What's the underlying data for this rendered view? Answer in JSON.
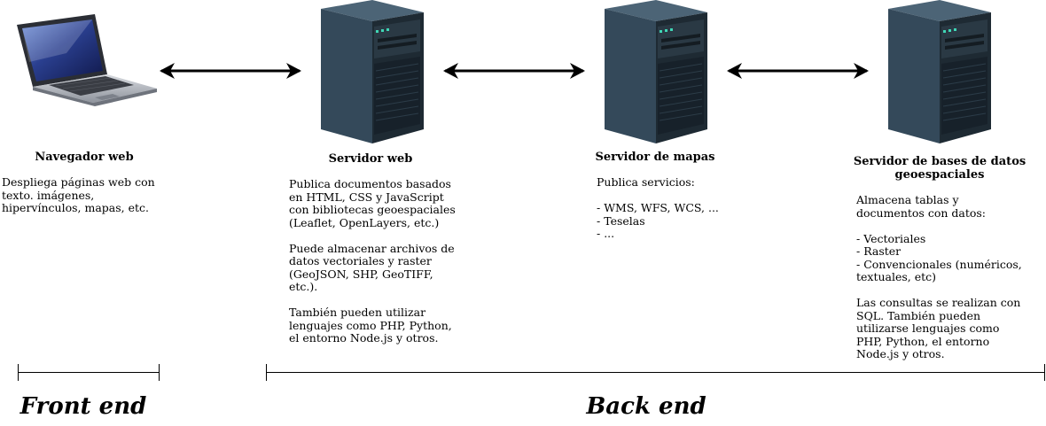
{
  "nodes": [
    {
      "id": "browser",
      "icon": "laptop-icon",
      "title": "Navegador web",
      "paragraphs": [
        [
          "Despliega páginas web con",
          "texto. imágenes,",
          "hipervínculos, mapas, etc."
        ]
      ]
    },
    {
      "id": "web-server",
      "icon": "server-icon",
      "title": "Servidor web",
      "paragraphs": [
        [
          "Publica documentos basados",
          "en HTML, CSS y JavaScript",
          "con bibliotecas geoespaciales",
          "(Leaflet, OpenLayers, etc.)"
        ],
        [
          "Puede almacenar archivos de",
          "datos vectoriales y raster",
          "(GeoJSON, SHP, GeoTIFF,",
          "etc.)."
        ],
        [
          "También pueden utilizar",
          "lenguajes como PHP, Python,",
          "el entorno Node.js y otros."
        ]
      ]
    },
    {
      "id": "map-server",
      "icon": "server-icon",
      "title": "Servidor de mapas",
      "paragraphs": [
        [
          "Publica servicios:"
        ],
        [
          "- WMS, WFS, WCS, ...",
          "- Teselas",
          "- ..."
        ]
      ]
    },
    {
      "id": "db-server",
      "icon": "server-icon",
      "title": "Servidor de bases de datos\ngeoespaciales",
      "paragraphs": [
        [
          "Almacena tablas y",
          "documentos con datos:"
        ],
        [
          "- Vectoriales",
          "- Raster",
          "- Convencionales (numéricos,",
          "textuales, etc)"
        ],
        [
          "Las consultas se realizan con",
          "SQL. También pueden",
          "utilizarse lenguajes como",
          "PHP, Python, el entorno",
          "Node.js y otros."
        ]
      ]
    }
  ],
  "sections": {
    "front_end": "Front end",
    "back_end": "Back end"
  },
  "colors": {
    "server_dark": "#1e2a33",
    "server_mid": "#34495a",
    "server_light": "#4c6476",
    "led": "#3fd6b5",
    "laptop_body": "#b8bcc4",
    "laptop_screen": "#2a3f8f"
  }
}
